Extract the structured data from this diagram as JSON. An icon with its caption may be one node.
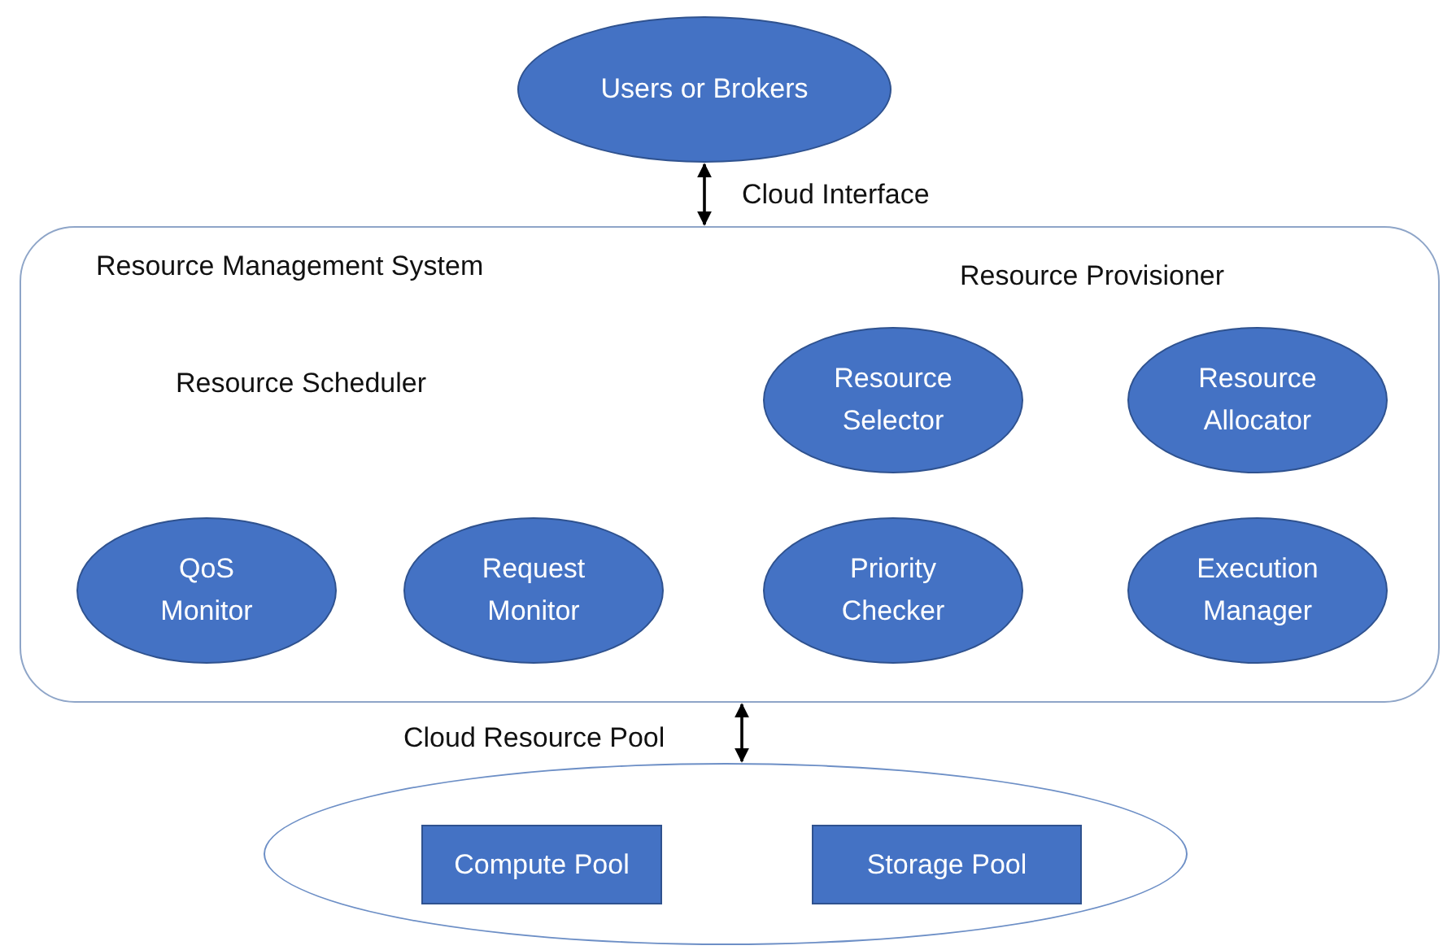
{
  "diagram": {
    "nodes": [
      {
        "text": [
          "Users or Brokers"
        ]
      },
      {
        "text": [
          "Resource Management System"
        ]
      },
      {
        "text": [
          "Resource Selector"
        ],
        "in": 1
      },
      {
        "text": [
          "Resource Allocator"
        ],
        "in": 1
      },
      {
        "text": [
          "QoS Monitor"
        ],
        "in": 1
      },
      {
        "text": [
          "Request Monitor"
        ],
        "in": 1
      },
      {
        "text": [
          "Priority Checker"
        ],
        "in": 1
      },
      {
        "text": [
          "Execution Manager"
        ],
        "in": 1
      },
      {
        "text": [],
        "shape": "ellipse"
      },
      {
        "text": [
          "Compute Pool"
        ],
        "in": 8
      },
      {
        "text": [
          "Storage Pool"
        ],
        "in": 8
      }
    ],
    "edges": [
      {
        "from": 0,
        "to": 1,
        "arrow": "both",
        "label": "Cloud Interface"
      },
      {
        "from": 1,
        "to": 8,
        "arrow": "both",
        "label": "Cloud Resource Pool"
      }
    ],
    "labels": [
      "Resource Provisioner",
      "Resource Scheduler"
    ]
  }
}
